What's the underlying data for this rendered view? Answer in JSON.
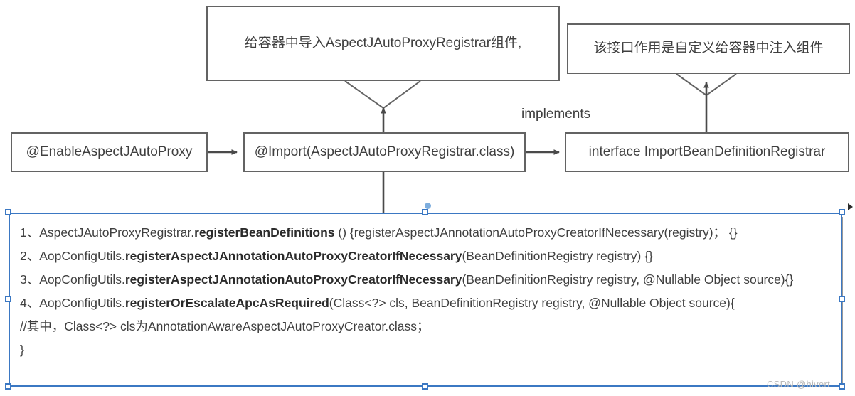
{
  "diagram": {
    "callouts": [
      {
        "id": "import-callout",
        "text": "给容器中导入AspectJAutoProxyRegistrar组件,"
      },
      {
        "id": "interface-callout",
        "text": "该接口作用是自定义给容器中注入组件"
      }
    ],
    "nodes": [
      {
        "id": "enable",
        "text": "@EnableAspectJAutoProxy"
      },
      {
        "id": "import",
        "text": "@Import(AspectJAutoProxyRegistrar.class)"
      },
      {
        "id": "interface",
        "text": "interface ImportBeanDefinitionRegistrar"
      }
    ],
    "edge_labels": [
      {
        "id": "implements",
        "text": "implements"
      }
    ]
  },
  "code_block": {
    "lines": [
      {
        "index": "1、",
        "prefix": "AspectJAutoProxyRegistrar.",
        "bold": "registerBeanDefinitions",
        "suffix": " () {registerAspectJAnnotationAutoProxyCreatorIfNecessary(registry)； {}"
      },
      {
        "index": "2、",
        "prefix": "AopConfigUtils.",
        "bold": "registerAspectJAnnotationAutoProxyCreatorIfNecessary",
        "suffix": "(BeanDefinitionRegistry registry) {}"
      },
      {
        "index": "3、",
        "prefix": "AopConfigUtils.",
        "bold": "registerAspectJAnnotationAutoProxyCreatorIfNecessary",
        "suffix": "(BeanDefinitionRegistry registry, @Nullable Object source){}"
      },
      {
        "index": "4、",
        "prefix": "AopConfigUtils.",
        "bold": "registerOrEscalateApcAsRequired",
        "suffix": "(Class<?> cls, BeanDefinitionRegistry registry, @Nullable Object source){"
      },
      {
        "index": "",
        "prefix": "//其中，Class<?> cls为AnnotationAwareAspectJAutoProxyCreator.class；",
        "bold": "",
        "suffix": ""
      },
      {
        "index": "",
        "prefix": "}",
        "bold": "",
        "suffix": ""
      }
    ]
  },
  "watermark": {
    "text": "CSDN @hivert"
  },
  "colors": {
    "box_border": "#636363",
    "text": "#3f3f3f",
    "selection_blue": "#3b78c3",
    "rotation_handle": "#7eaede",
    "watermark": "#b9b9b9"
  }
}
